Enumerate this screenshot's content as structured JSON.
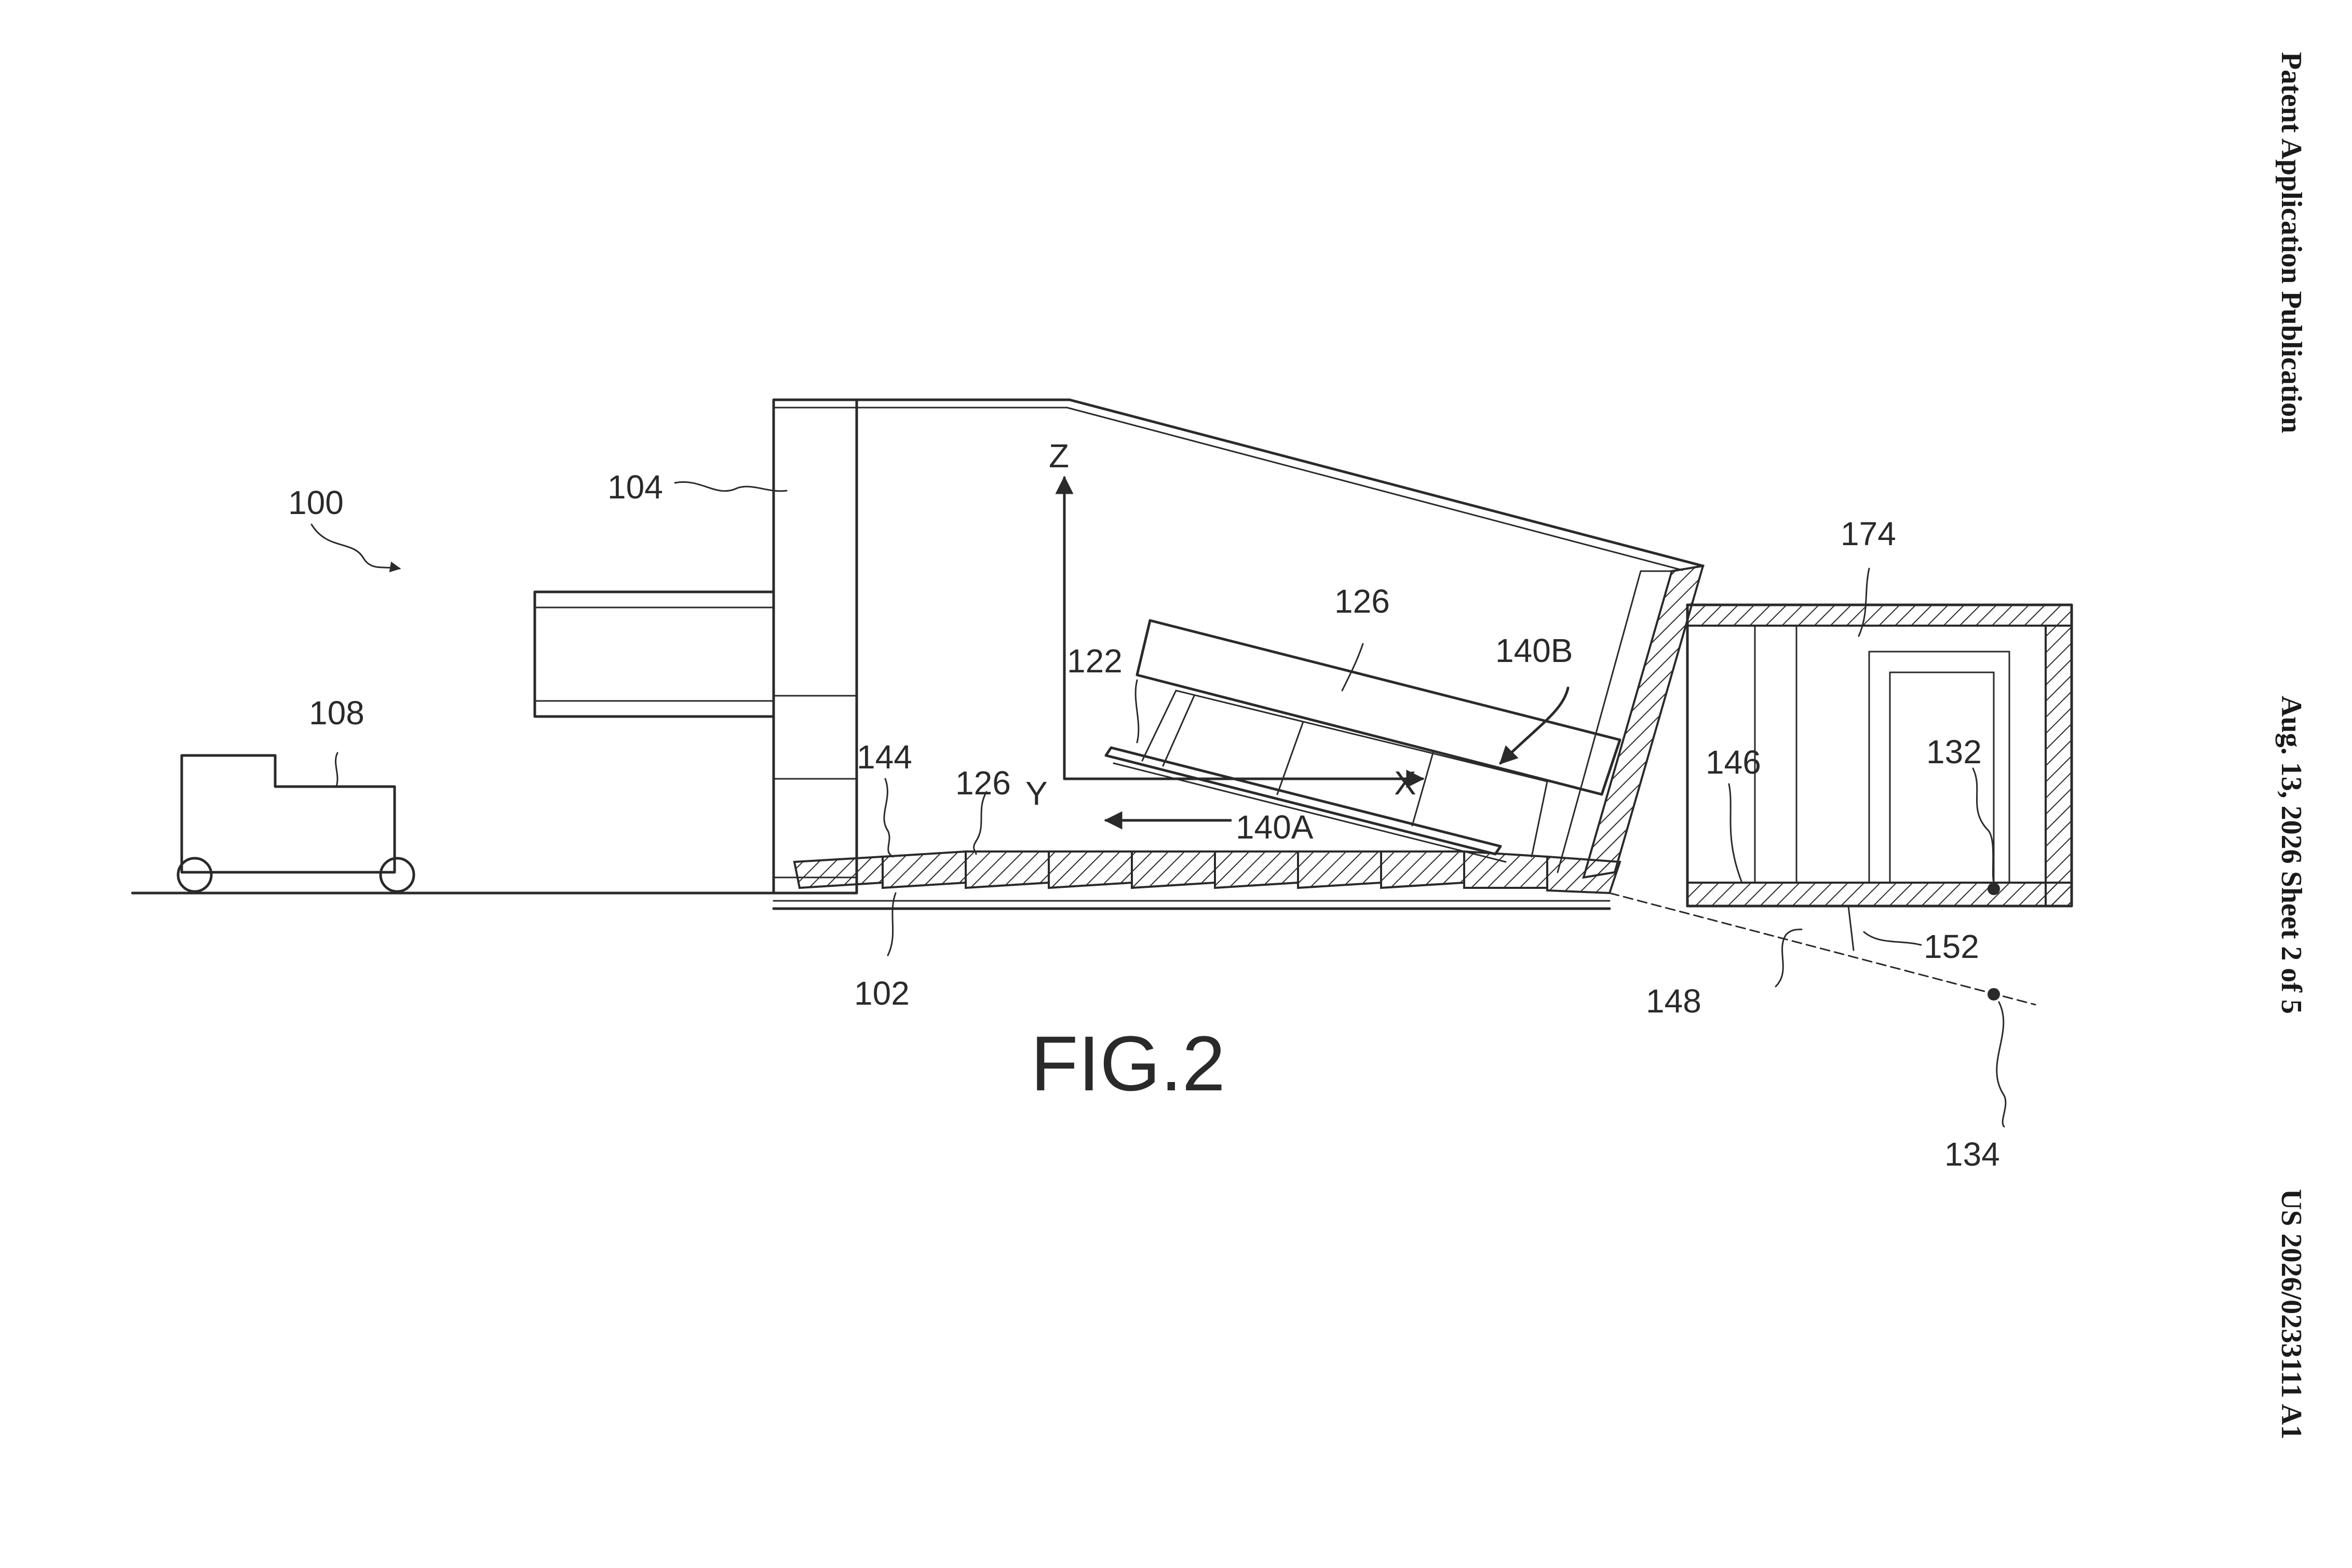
{
  "header": {
    "publication": "Patent Application Publication",
    "date_sheet": "Aug. 13, 2026  Sheet 2 of 5",
    "number": "US 2026/0233111 A1"
  },
  "figure": {
    "title": "FIG.2",
    "axes": {
      "x": "X",
      "y": "Y",
      "z": "Z"
    },
    "labels": {
      "l100": "100",
      "l104": "104",
      "l108": "108",
      "l102": "102",
      "l122": "122",
      "l126_top": "126",
      "l126_bottom": "126",
      "l140a": "140A",
      "l140b": "140B",
      "l144": "144",
      "l146": "146",
      "l148": "148",
      "l152": "152",
      "l132": "132",
      "l134": "134",
      "l174": "174"
    }
  },
  "colors": {
    "ink": "#2a2a2a",
    "paper": "#ffffff"
  }
}
